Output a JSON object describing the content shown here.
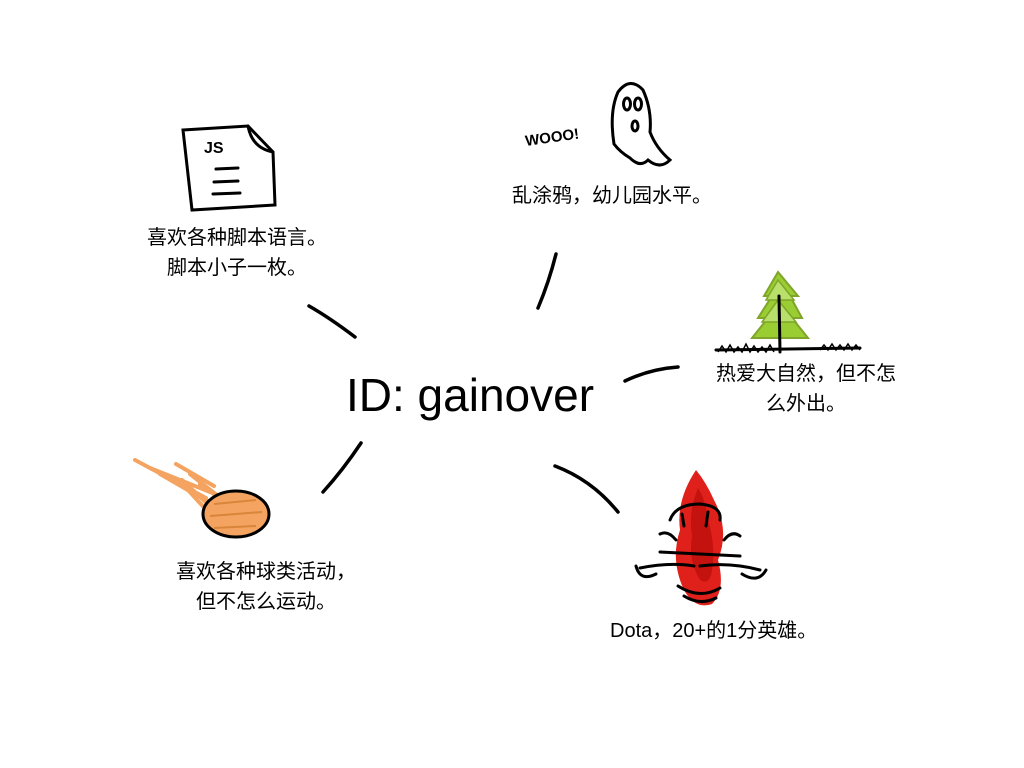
{
  "center": {
    "title": "ID: gainover"
  },
  "nodes": {
    "script": {
      "icon": "js-document-icon",
      "icon_text": "JS",
      "lines": [
        "喜欢各种脚本语言。",
        "脚本小子一枚。"
      ]
    },
    "doodle": {
      "icon": "ghost-icon",
      "icon_text": "WOOO!",
      "lines": [
        "乱涂鸦，幼儿园水平。"
      ]
    },
    "nature": {
      "icon": "tree-icon",
      "lines": [
        "热爱大自然，但不怎",
        "么外出。"
      ]
    },
    "ball": {
      "icon": "flying-ball-icon",
      "lines": [
        "喜欢各种球类活动，",
        "但不怎么运动。"
      ]
    },
    "dota": {
      "icon": "campfire-icon",
      "lines": [
        "Dota，20+的1分英雄。"
      ]
    }
  },
  "colors": {
    "ball_orange": "#f4a460",
    "tree_green": "#9acd32",
    "fire_red": "#e0201b"
  }
}
